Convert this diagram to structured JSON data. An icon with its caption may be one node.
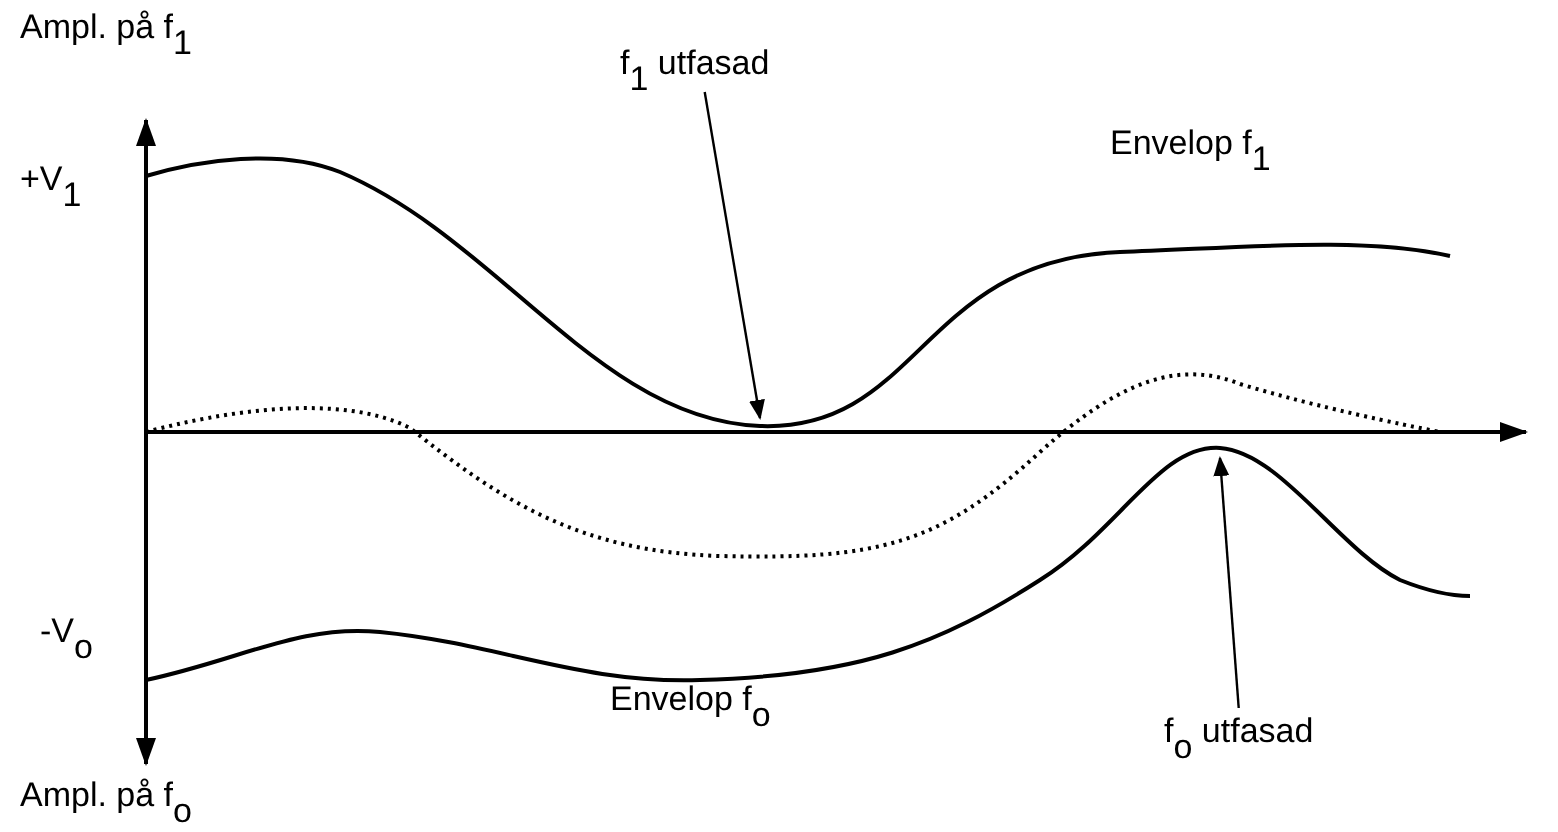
{
  "diagram": {
    "nodes": [
      {
        "text": [
          "f$_{1}$ utfasad"
        ]
      },
      {
        "text": [
          "f$_{o}$ utfasad"
        ]
      }
    ],
    "edges": [
      {
        "from": 0,
        "to": null,
        "arrow": "to"
      },
      {
        "from": 1,
        "to": null,
        "arrow": "to"
      }
    ],
    "labels": [
      "Ampl. på f$_{1}$",
      "+V$_{1}$",
      "Envelop f$_{1}$",
      "-V$_{o}$",
      "Envelop f$_{o}$",
      "Ampl. på f$_{o}$"
    ]
  }
}
